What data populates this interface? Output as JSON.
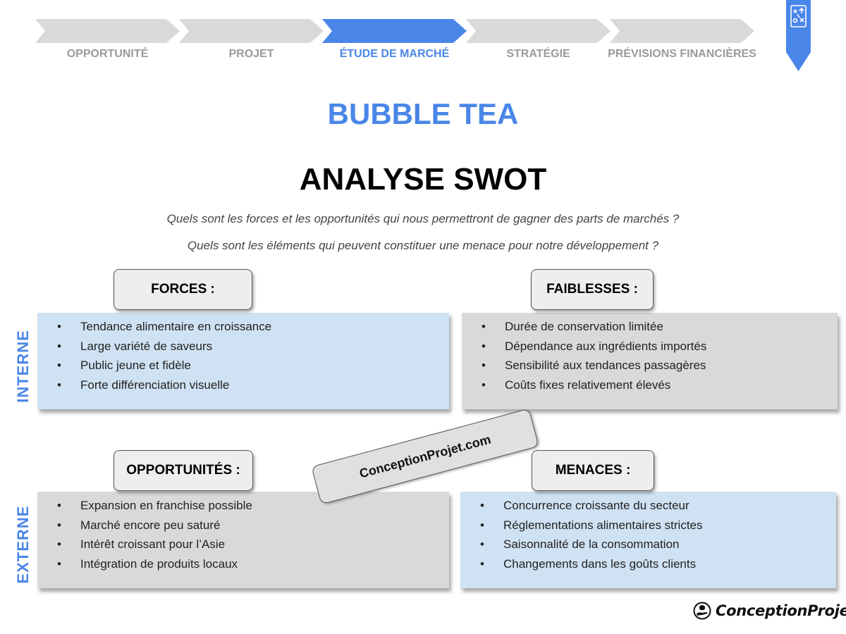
{
  "steps": [
    {
      "label": "OPPORTUNITÉ",
      "active": false
    },
    {
      "label": "PROJET",
      "active": false
    },
    {
      "label": "ÉTUDE DE MARCHÉ",
      "active": true
    },
    {
      "label": "STRATÉGIE",
      "active": false
    },
    {
      "label": "PRÉVISIONS FINANCIÈRES",
      "active": false
    }
  ],
  "bookmark_icon": "strategy-board-icon",
  "title": "BUBBLE TEA",
  "subtitle": "ANALYSE SWOT",
  "questions": [
    "Quels sont les forces et les opportunités qui nous permettront de gagner des parts de marchés ?",
    "Quels sont les éléments qui peuvent constituer une menace pour notre développement ?"
  ],
  "side_labels": {
    "internal": "INTERNE",
    "external": "EXTERNE"
  },
  "swot": {
    "forces": {
      "title": "FORCES :",
      "items": [
        "Tendance alimentaire en croissance",
        "Large variété de saveurs",
        "Public jeune et fidèle",
        "Forte différenciation visuelle"
      ]
    },
    "faiblesses": {
      "title": "FAIBLESSES :",
      "items": [
        "Durée de conservation limitée",
        "Dépendance aux ingrédients importés",
        "Sensibilité aux tendances passagères",
        "Coûts fixes relativement élevés"
      ]
    },
    "opportunites": {
      "title": "OPPORTUNITÉS :",
      "items": [
        "Expansion en franchise possible",
        "Marché encore peu saturé",
        "Intérêt croissant pour l’Asie",
        "Intégration de produits locaux"
      ]
    },
    "menaces": {
      "title": "MENACES :",
      "items": [
        "Concurrence croissante du secteur",
        "Réglementations alimentaires strictes",
        "Saisonnalité de la consommation",
        "Changements dans les goûts clients"
      ]
    }
  },
  "watermark": "ConceptionProjet.com",
  "brand": {
    "text": "ConceptionProjet",
    "icon": "lightbulb-hand-icon"
  },
  "colors": {
    "accent": "#4a86e8",
    "blue_panel": "#cfe2f3",
    "gray_panel": "#d9d9d9",
    "step_inactive": "#d9d9d9"
  }
}
